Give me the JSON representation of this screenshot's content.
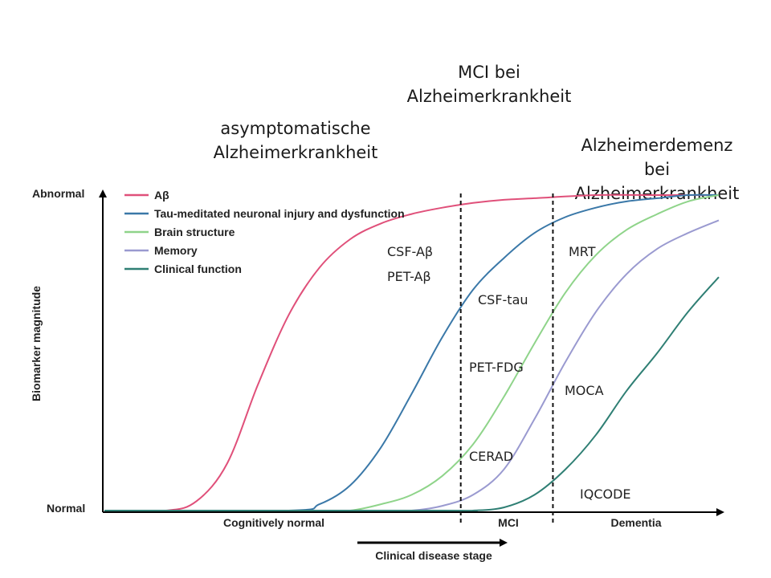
{
  "stage_headings": {
    "asymptomatic": "asymptomatische\nAlzheimerkrankheit",
    "mci": "MCI bei\nAlzheimerkrankheit",
    "dementia": "Alzheimerdemenz bei\nAlzheimerkrankheit"
  },
  "chart_data": {
    "type": "line",
    "title": "",
    "xlabel": "Clinical disease stage",
    "ylabel": "Biomarker magnitude",
    "y_tick_labels": [
      "Abnormal",
      "Normal"
    ],
    "x_stage_labels": [
      "Cognitively normal",
      "MCI",
      "Dementia"
    ],
    "stage_boundaries": [
      0.58,
      0.73
    ],
    "xlim": [
      0,
      1
    ],
    "ylim": [
      0,
      1
    ],
    "grid": false,
    "legend_position": "top-left",
    "series": [
      {
        "name": "Aβ",
        "color": "#e0507a",
        "x": [
          0.0,
          0.1,
          0.15,
          0.2,
          0.25,
          0.3,
          0.35,
          0.4,
          0.45,
          0.5,
          0.55,
          0.6,
          0.65,
          0.7,
          0.8,
          0.9,
          1.0
        ],
        "y": [
          0.0,
          0.0,
          0.03,
          0.15,
          0.4,
          0.62,
          0.77,
          0.86,
          0.91,
          0.94,
          0.96,
          0.975,
          0.985,
          0.99,
          1.0,
          1.0,
          1.0
        ]
      },
      {
        "name": "Tau-meditated neuronal injury and dysfunction",
        "color": "#3a78a8",
        "x": [
          0.0,
          0.3,
          0.35,
          0.4,
          0.45,
          0.5,
          0.55,
          0.6,
          0.65,
          0.7,
          0.75,
          0.8,
          0.85,
          0.9,
          0.95,
          1.0
        ],
        "y": [
          0.0,
          0.0,
          0.02,
          0.08,
          0.2,
          0.37,
          0.55,
          0.7,
          0.8,
          0.88,
          0.93,
          0.96,
          0.98,
          0.99,
          1.0,
          1.0
        ]
      },
      {
        "name": "Brain structure",
        "color": "#8fd48a",
        "x": [
          0.0,
          0.35,
          0.4,
          0.45,
          0.5,
          0.55,
          0.6,
          0.65,
          0.7,
          0.75,
          0.8,
          0.85,
          0.9,
          0.95,
          1.0
        ],
        "y": [
          0.0,
          0.0,
          0.0,
          0.02,
          0.05,
          0.11,
          0.21,
          0.36,
          0.53,
          0.69,
          0.81,
          0.89,
          0.94,
          0.98,
          1.0
        ]
      },
      {
        "name": "Memory",
        "color": "#9a9ad0",
        "x": [
          0.0,
          0.45,
          0.5,
          0.55,
          0.6,
          0.65,
          0.7,
          0.75,
          0.8,
          0.85,
          0.9,
          0.95,
          1.0
        ],
        "y": [
          0.0,
          0.0,
          0.0,
          0.015,
          0.05,
          0.13,
          0.29,
          0.47,
          0.63,
          0.75,
          0.83,
          0.88,
          0.92
        ]
      },
      {
        "name": "Clinical function",
        "color": "#2f7f74",
        "x": [
          0.0,
          0.55,
          0.6,
          0.65,
          0.7,
          0.75,
          0.8,
          0.85,
          0.9,
          0.95,
          1.0
        ],
        "y": [
          0.0,
          0.0,
          0.0,
          0.01,
          0.05,
          0.13,
          0.24,
          0.38,
          0.5,
          0.63,
          0.74
        ]
      }
    ],
    "annotations": [
      "CSF-Aβ",
      "PET-Aβ",
      "CSF-tau",
      "PET-FDG",
      "CERAD",
      "MRT",
      "MOCA",
      "IQCODE"
    ]
  }
}
